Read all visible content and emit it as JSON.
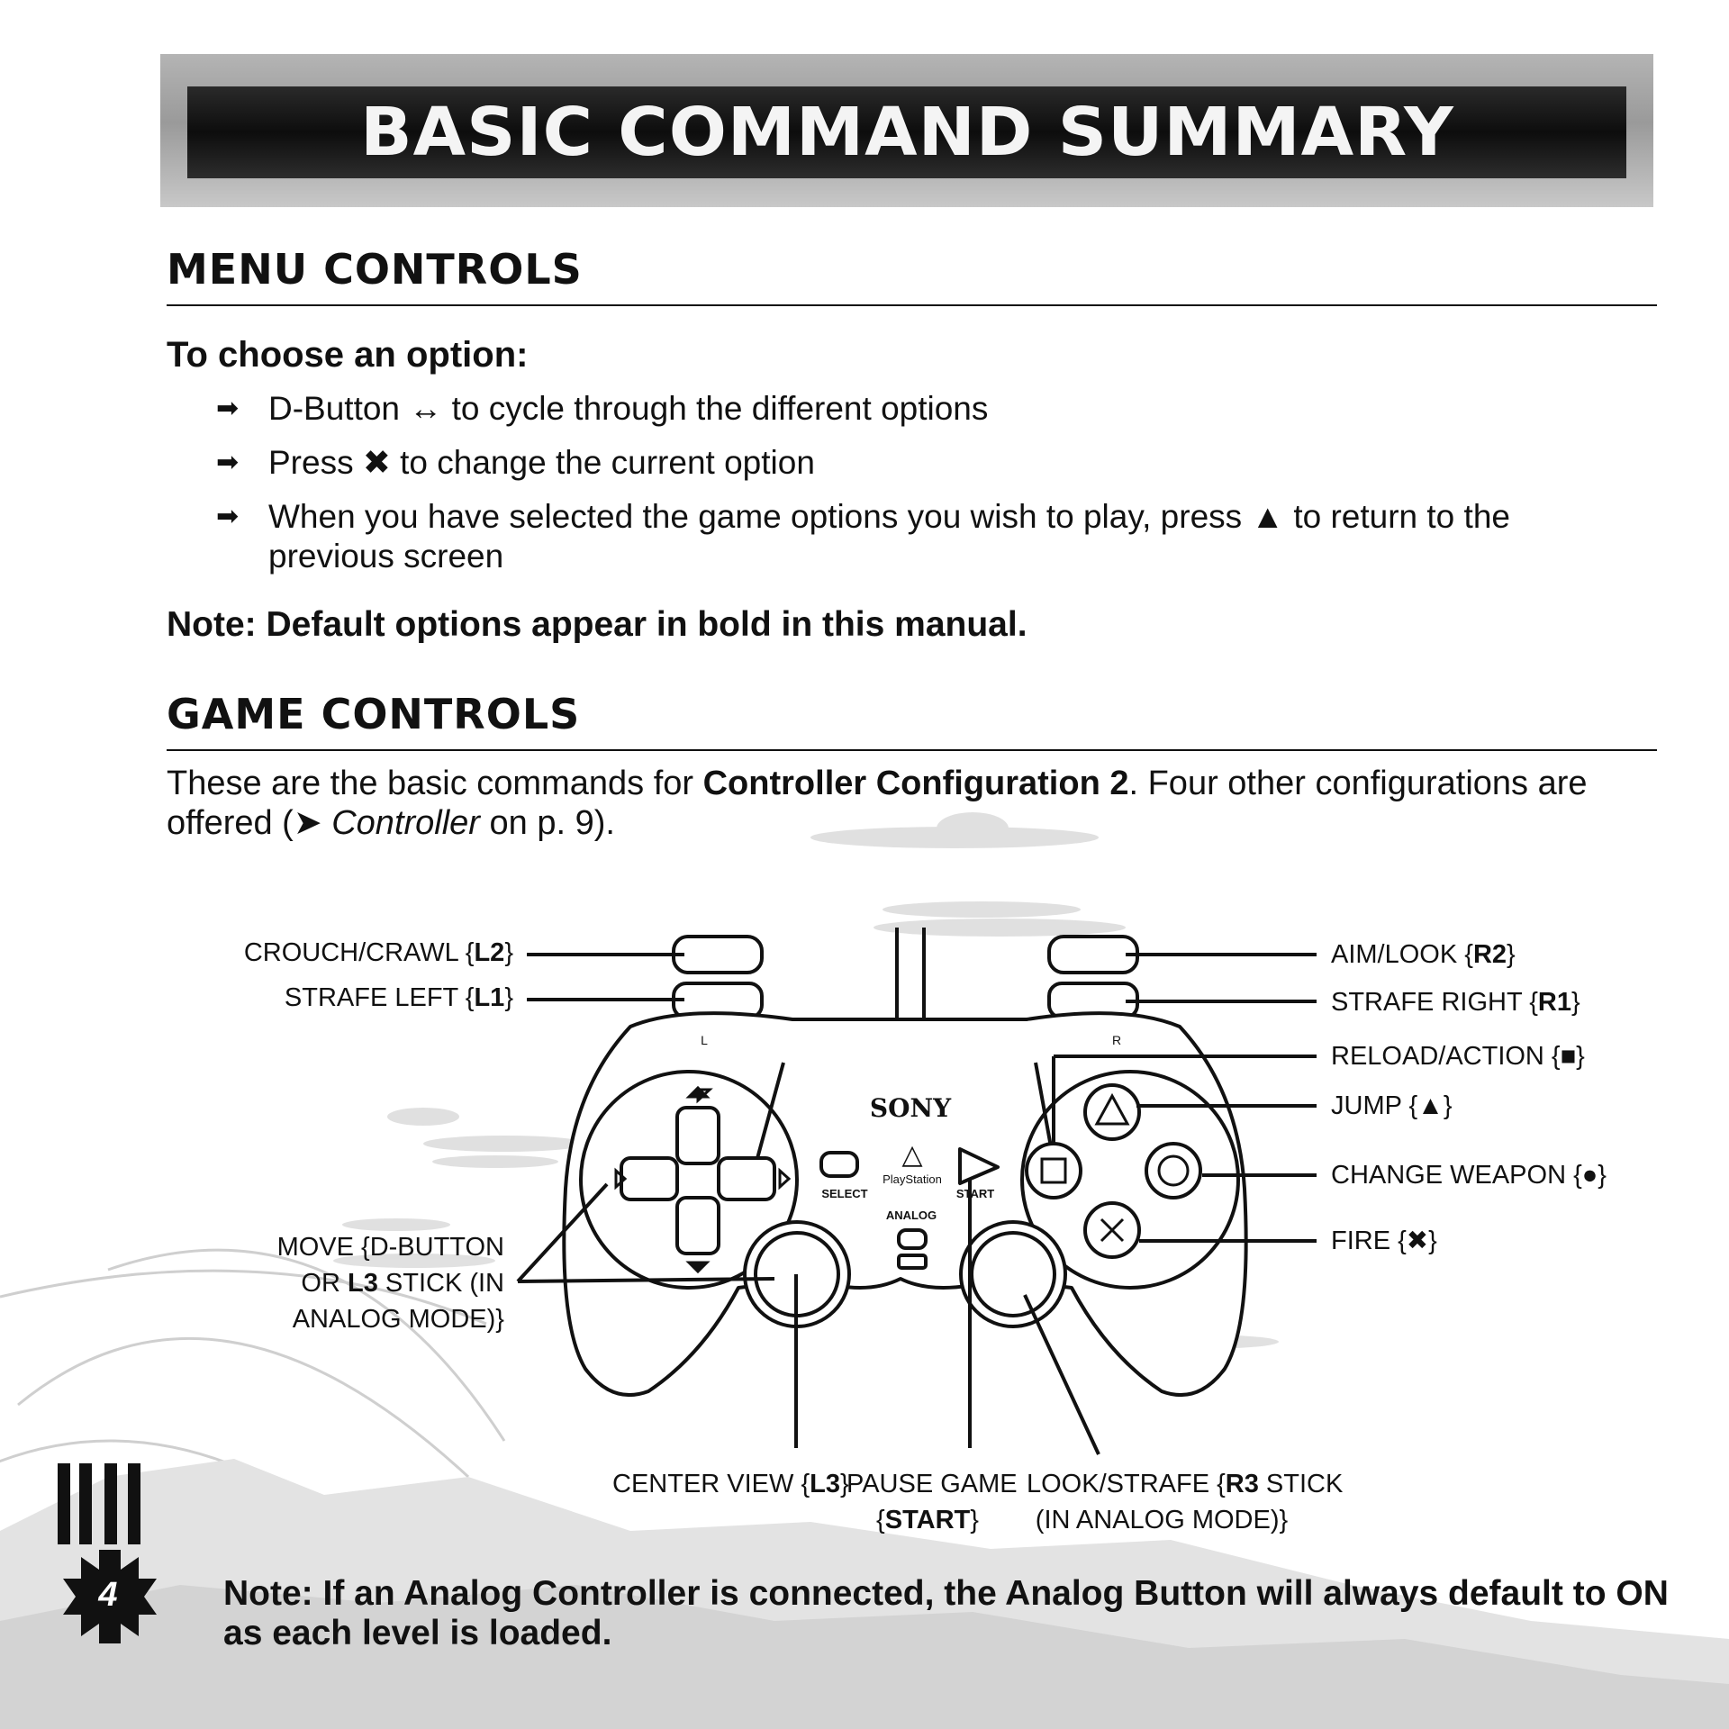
{
  "title": "BASIC COMMAND SUMMARY",
  "menu_controls": {
    "heading": "MENU CONTROLS",
    "subheading": "To choose an option:",
    "bullets": [
      "D-Button ↔ to cycle through the different options",
      "Press ✖ to change the current option",
      "When you have selected the game options you wish to play, press ▲ to return to the previous screen"
    ],
    "note": "Note: Default options appear in bold in this manual."
  },
  "game_controls": {
    "heading": "GAME CONTROLS",
    "intro_before": "These are the basic commands for ",
    "intro_bold": "Controller Configuration 2",
    "intro_mid": ". Four other configurations are offered (➤ ",
    "intro_italic": "Controller",
    "intro_after": " on p. 9)."
  },
  "controller": {
    "brand": "SONY",
    "logo_text": "PlayStation",
    "select_label": "SELECT",
    "start_label": "START",
    "analog_label": "ANALOG",
    "l_label": "L",
    "r_label": "R"
  },
  "labels": {
    "crouch": {
      "text": "CROUCH/CRAWL {",
      "key": "L2",
      "end": "}"
    },
    "strafe_left": {
      "text": "STRAFE LEFT {",
      "key": "L1",
      "end": "}"
    },
    "move_line1": "MOVE {D-BUTTON",
    "move_line2_pre": "OR ",
    "move_line2_key": "L3",
    "move_line2_post": " STICK (IN",
    "move_line3": "ANALOG MODE)}",
    "aim": {
      "text": "AIM/LOOK {",
      "key": "R2",
      "end": "}"
    },
    "strafe_right": {
      "text": "STRAFE RIGHT {",
      "key": "R1",
      "end": "}"
    },
    "reload": "RELOAD/ACTION {■}",
    "jump": "JUMP {▲}",
    "change_weapon": "CHANGE WEAPON {●}",
    "fire": "FIRE {✖}",
    "center_view": {
      "text": "CENTER VIEW {",
      "key": "L3",
      "end": "}"
    },
    "pause_line1": "PAUSE GAME",
    "pause_key": "START",
    "look_line1_pre": "LOOK/STRAFE {",
    "look_key": "R3",
    "look_line1_post": " STICK",
    "look_line2": "(IN ANALOG MODE)}"
  },
  "page_number": "4",
  "footer_note": "Note: If an Analog Controller is connected, the Analog Button will always default to ON as each level is loaded."
}
